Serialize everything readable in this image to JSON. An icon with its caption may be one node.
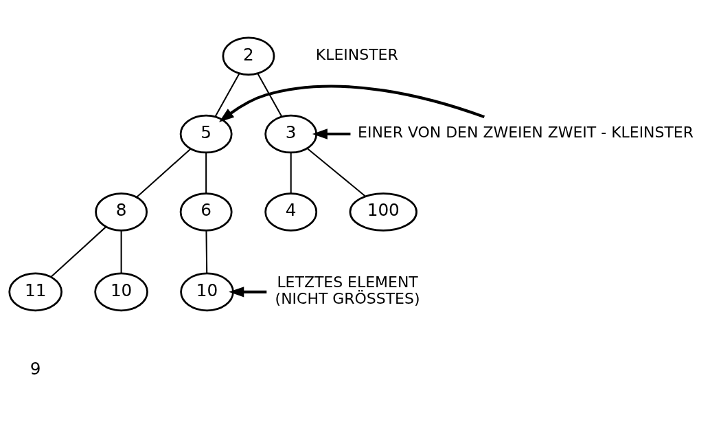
{
  "diagram": {
    "nodes": [
      {
        "text": [
          "2"
        ],
        "beside": [
          "KLEINSTER"
        ]
      },
      {
        "text": [
          "5"
        ]
      },
      {
        "text": [
          "3"
        ]
      },
      {
        "text": [
          "8"
        ]
      },
      {
        "text": [
          "6"
        ]
      },
      {
        "text": [
          "4"
        ]
      },
      {
        "text": [
          "100"
        ]
      },
      {
        "text": [
          "11"
        ]
      },
      {
        "text": [
          "10"
        ]
      },
      {
        "text": [
          "10"
        ]
      },
      {
        "text": [
          "EINER VON DEN ZWEIEN ZWEIT - KLEINSTER"
        ]
      },
      {
        "text": [
          "LETZTES ELEMENT",
          "(NICHT GRÖSSTES)"
        ]
      }
    ],
    "edges": [
      {
        "from": 0,
        "to": 1,
        "arrow": "none"
      },
      {
        "from": 0,
        "to": 2,
        "arrow": "none"
      },
      {
        "from": 1,
        "to": 3,
        "arrow": "none"
      },
      {
        "from": 1,
        "to": 4,
        "arrow": "none"
      },
      {
        "from": 2,
        "to": 5,
        "arrow": "none"
      },
      {
        "from": 2,
        "to": 6,
        "arrow": "none"
      },
      {
        "from": 3,
        "to": 7,
        "arrow": "none"
      },
      {
        "from": 3,
        "to": 8,
        "arrow": "none"
      },
      {
        "from": 4,
        "to": 9,
        "arrow": "none"
      },
      {
        "from": 10,
        "to": 1,
        "arrow": "to",
        "style": "thick"
      },
      {
        "from": 10,
        "to": 2,
        "arrow": "to",
        "style": "thick"
      },
      {
        "from": 11,
        "to": 9,
        "arrow": "to",
        "style": "thick"
      }
    ],
    "labels": [
      "9"
    ]
  }
}
